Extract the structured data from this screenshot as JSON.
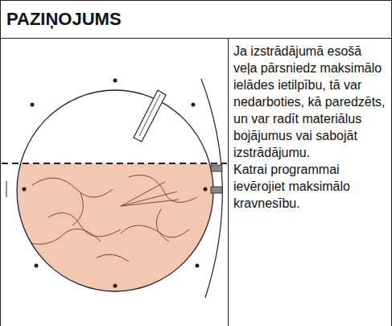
{
  "diagram": {
    "title": "PAZIŅOJUMS",
    "labels": [
      "Ja izstrādājumā esošā veļa pārsniedz maksimālo ielādes ietilpību, tā var nedarboties, kā paredzēts, un var radīt materiālus bojājumus vai sabojāt izstrādājumu.",
      "Katrai programmai ievērojiet maksimālo kravnesību."
    ]
  }
}
